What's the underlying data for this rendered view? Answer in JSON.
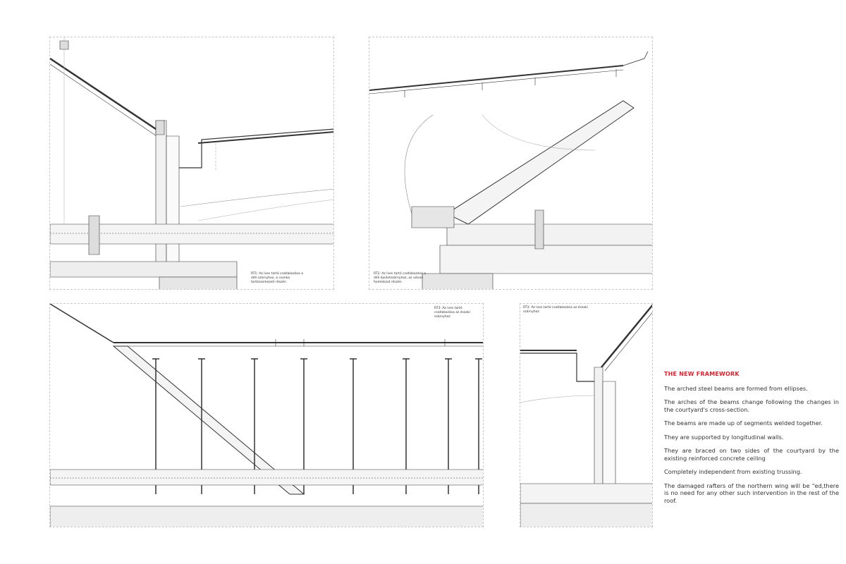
{
  "sidebar": {
    "title": "THE NEW FRAMEWORK",
    "paragraphs": [
      "The arched steel beams are formed from ellipses.",
      "The arches of the beams change following the changes in the courtyard's cross-section.",
      "The beams are made up of segments welded together.",
      "They are supported by longitudinal walls.",
      "They are braced on two sides of the courtyard by the existing reinforced concrete ceiling",
      "Completely independent from existing trussing.",
      "The damaged rafters of the northern wing will be \"ed,there is no need for any other such intervention in the rest of the roof."
    ]
  },
  "drawings": {
    "detail1_caption": "RT1: Az íves tartó csatlakozása a déli szárnyhoz, a csonka tartószerkezeti részén",
    "detail2_caption": "RT2: Az íves tartó csatlakozása a déli épületszárnyhoz, az udvari homlokzat részén",
    "detail3_caption": "RT3: Az íves tartó csatlakozása az északi szárnyhoz",
    "accent_color": "#d9222e"
  }
}
